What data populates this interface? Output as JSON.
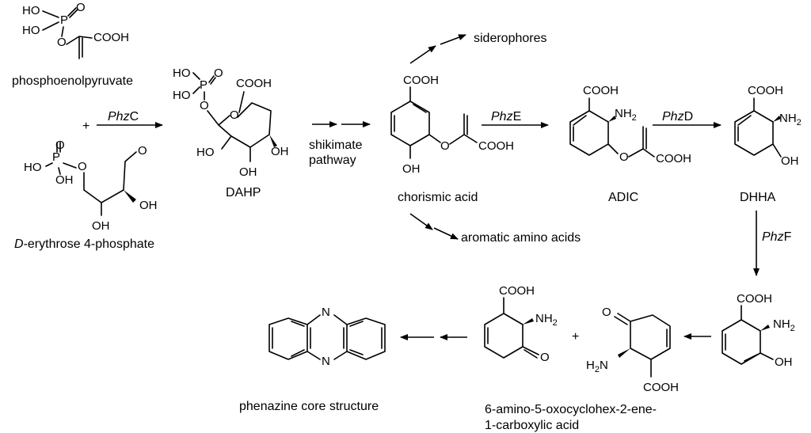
{
  "compounds": {
    "pep": "phosphoenolpyruvate",
    "e4p_italic": "D",
    "e4p_rest": "-erythrose 4-phosphate",
    "dahp": "DAHP",
    "chorismic": "chorismic acid",
    "adic": "ADIC",
    "dhha": "DHHA",
    "phenazine": "phenazine core structure",
    "acid_line1": "6-amino-5-oxocyclohex-2-ene-",
    "acid_line2": "1-carboxylic acid"
  },
  "enzymes": {
    "phzC_italic": "Phz",
    "phzC_letter": "C",
    "phzE_italic": "Phz",
    "phzE_letter": "E",
    "phzD_italic": "Phz",
    "phzD_letter": "D",
    "phzF_italic": "Phz",
    "phzF_letter": "F"
  },
  "pathway": {
    "line1": "shikimate",
    "line2": "pathway",
    "siderophores": "siderophores",
    "aromatic": "aromatic amino acids"
  },
  "symbols": {
    "plus": "+"
  },
  "atoms": {
    "HO": "HO",
    "OH": "OH",
    "P": "P",
    "O": "O",
    "COOH": "COOH",
    "NH": "NH",
    "two": "2",
    "H2N_H": "H",
    "H2N_2": "2",
    "H2N_N": "N"
  }
}
